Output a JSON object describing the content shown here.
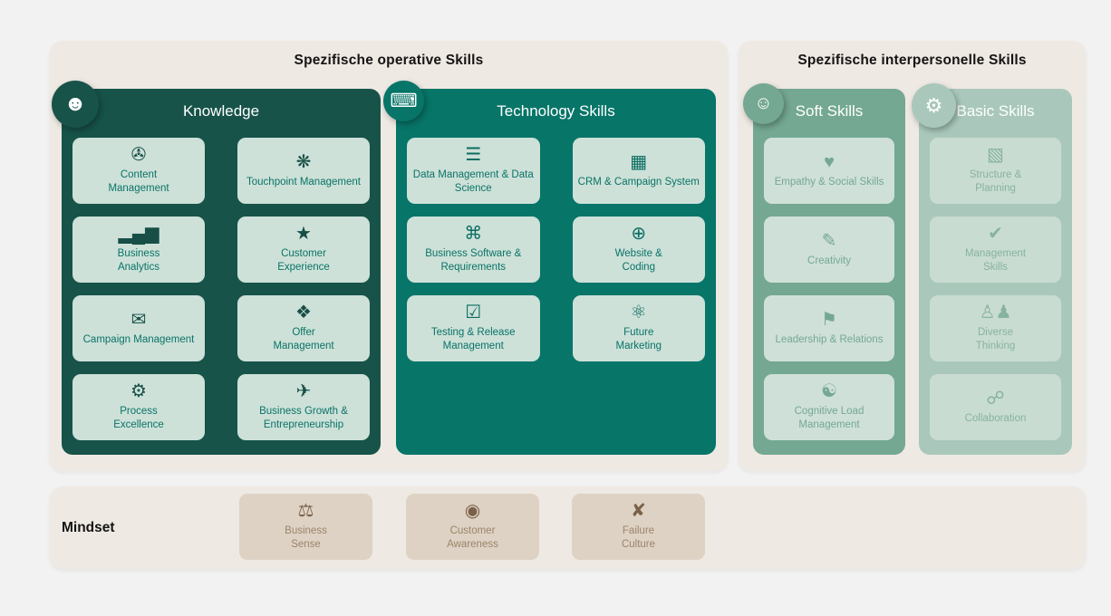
{
  "operative": {
    "title": "Spezifische operative Skills",
    "groups": [
      {
        "name": "Knowledge",
        "badge_icon": "☻",
        "tiles": [
          {
            "label": "Content\nManagement",
            "icon": "✇"
          },
          {
            "label": "Touchpoint Management",
            "icon": "❋"
          },
          {
            "label": "Business\nAnalytics",
            "icon": "▂▄▆"
          },
          {
            "label": "Customer\nExperience",
            "icon": "★"
          },
          {
            "label": "Campaign Management",
            "icon": "✉"
          },
          {
            "label": "Offer\nManagement",
            "icon": "❖"
          },
          {
            "label": "Process\nExcellence",
            "icon": "⚙"
          },
          {
            "label": "Business Growth &\nEntrepreneurship",
            "icon": "✈"
          }
        ]
      },
      {
        "name": "Technology Skills",
        "badge_icon": "⌨",
        "tiles": [
          {
            "label": "Data Management & Data\nScience",
            "icon": "☰"
          },
          {
            "label": "CRM & Campaign System",
            "icon": "▦"
          },
          {
            "label": "Business Software &\nRequirements",
            "icon": "⌘"
          },
          {
            "label": "Website &\nCoding",
            "icon": "⊕"
          },
          {
            "label": "Testing & Release\nManagement",
            "icon": "☑"
          },
          {
            "label": "Future\nMarketing",
            "icon": "⚛"
          }
        ]
      }
    ]
  },
  "interpersonal": {
    "title": "Spezifische interpersonelle Skills",
    "groups": [
      {
        "name": "Soft Skills",
        "badge_icon": "☺",
        "tiles": [
          {
            "label": "Empathy & Social Skills",
            "icon": "♥"
          },
          {
            "label": "Creativity",
            "icon": "✎"
          },
          {
            "label": "Leadership & Relations",
            "icon": "⚑"
          },
          {
            "label": "Cognitive Load\nManagement",
            "icon": "☯"
          }
        ]
      },
      {
        "name": "Basic Skills",
        "badge_icon": "⚙",
        "tiles": [
          {
            "label": "Structure &\nPlanning",
            "icon": "▧"
          },
          {
            "label": "Management\nSkills",
            "icon": "✔"
          },
          {
            "label": "Diverse\nThinking",
            "icon": "♙♟"
          },
          {
            "label": "Collaboration",
            "icon": "☍"
          }
        ]
      }
    ]
  },
  "mindset": {
    "label": "Mindset",
    "tiles": [
      {
        "label": "Business\nSense",
        "icon": "⚖"
      },
      {
        "label": "Customer\nAwareness",
        "icon": "◉"
      },
      {
        "label": "Failure\nCulture",
        "icon": "✘"
      }
    ]
  },
  "colors": {
    "page_background": "#f2f2f2",
    "panel_background": "#efe9e3",
    "knowledge_card": "#175349",
    "technology_card": "#077568",
    "soft_skills_card": "#74a892",
    "basic_skills_card": "#a9c8bb",
    "green_tile_background": "#cde1d9",
    "green_tile_text": "#0a7365",
    "mindset_tile_background": "#ddd2c4",
    "mindset_icon": "#7b6149",
    "mindset_tile_text": "#9c8467"
  }
}
